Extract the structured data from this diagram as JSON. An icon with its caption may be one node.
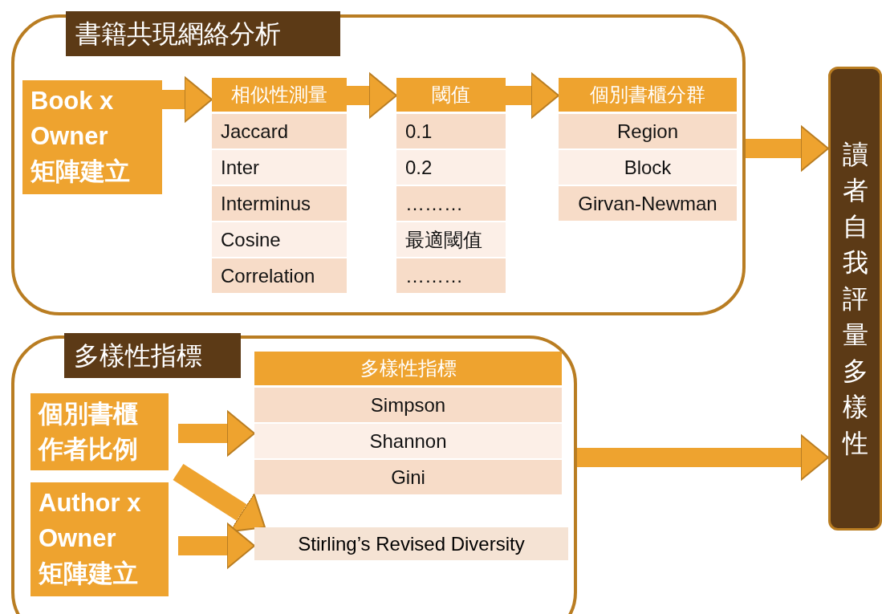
{
  "diagram": {
    "nodes": [
      {
        "text": [
          "書籍共現網絡分析"
        ]
      },
      {
        "text": [
          "Book x Owner 矩陣建立"
        ],
        "in": 0
      },
      {
        "text": [
          "相似性測量",
          "Jaccard",
          "Inter",
          "Interminus",
          "Cosine",
          "Correlation"
        ],
        "in": 0
      },
      {
        "text": [
          "閾值",
          "0.1",
          "0.2",
          "………",
          "最適閾值",
          "………"
        ],
        "in": 0
      },
      {
        "text": [
          "個別書櫃分群",
          "Region",
          "Block",
          "Girvan-Newman"
        ],
        "in": 0
      },
      {
        "text": [
          "多樣性指標"
        ]
      },
      {
        "text": [
          "個別書櫃作者比例"
        ],
        "in": 5
      },
      {
        "text": [
          "Author x Owner 矩陣建立"
        ],
        "in": 5
      },
      {
        "text": [
          "多樣性指標",
          "Simpson",
          "Shannon",
          "Gini"
        ],
        "in": 5
      },
      {
        "text": [
          "Stirling’s Revised Diversity"
        ],
        "in": 5
      },
      {
        "text": [
          "讀者自我評量多樣性"
        ]
      }
    ],
    "edges": [
      {
        "from": 1,
        "to": 2,
        "arrow": "to"
      },
      {
        "from": 2,
        "to": 3,
        "arrow": "to"
      },
      {
        "from": 3,
        "to": 4,
        "arrow": "to"
      },
      {
        "from": 0,
        "to": 10,
        "arrow": "to"
      },
      {
        "from": 6,
        "to": 8,
        "arrow": "to"
      },
      {
        "from": 6,
        "to": 9,
        "arrow": "to"
      },
      {
        "from": 7,
        "to": 9,
        "arrow": "to"
      },
      {
        "from": 5,
        "to": 10,
        "arrow": "to"
      }
    ]
  }
}
